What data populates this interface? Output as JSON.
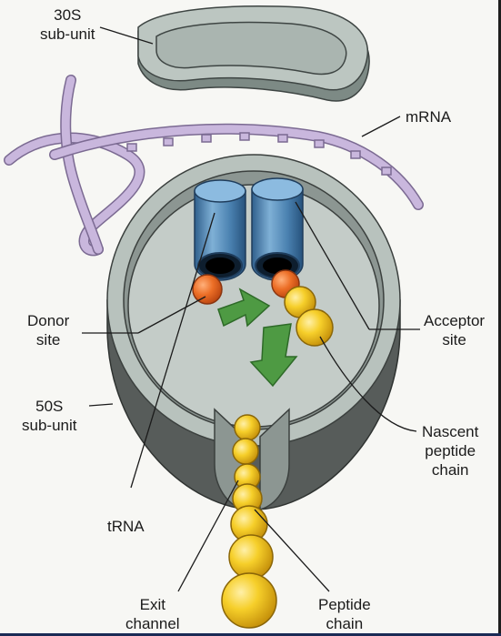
{
  "labels": {
    "thirty_s": "30S\nsub-unit",
    "mrna": "mRNA",
    "donor_site": "Donor\nsite",
    "acceptor_site": "Acceptor\nsite",
    "fifty_s": "50S\nsub-unit",
    "nascent_chain": "Nascent\npeptide\nchain",
    "trna": "tRNA",
    "exit_channel": "Exit\nchannel",
    "peptide_chain": "Peptide\nchain"
  },
  "colors": {
    "ribosome_gray": "#b8c2bd",
    "ribosome_dark": "#575c5a",
    "mrna_purple": "#c9b7dd",
    "trna_blue": "#4f87b6",
    "peptide_yellow": "#f2c21a",
    "donor_orange": "#e86a24",
    "arrow_green": "#4e9a43"
  }
}
